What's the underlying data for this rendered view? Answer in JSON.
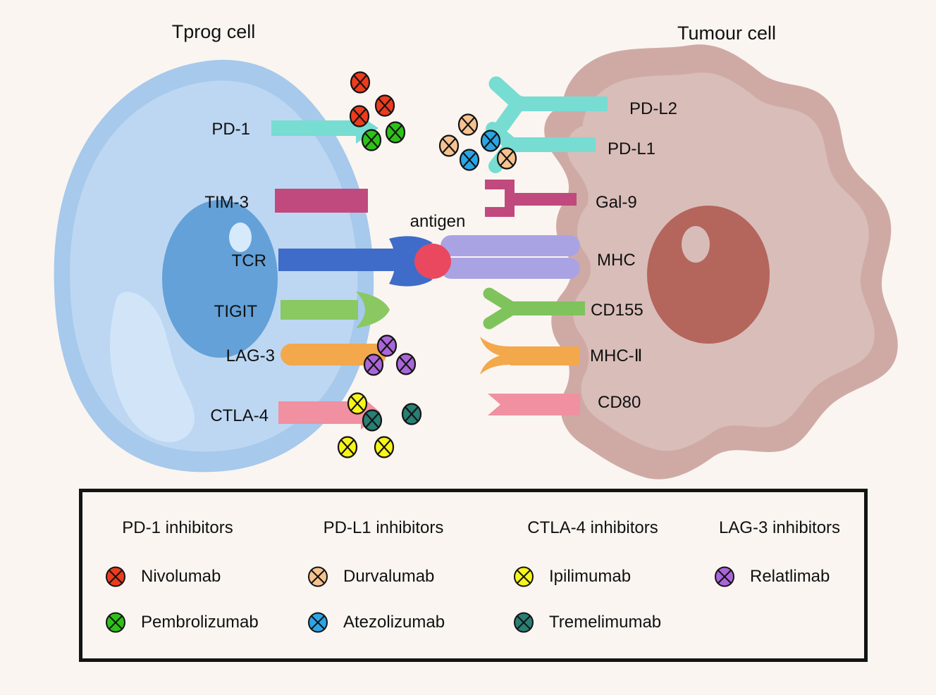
{
  "figure": {
    "left_cell_title": "Tprog cell",
    "right_cell_title": "Tumour cell",
    "antigen_label": "antigen",
    "receptors": {
      "pd1": "PD-1",
      "tim3": "TIM-3",
      "tcr": "TCR",
      "tigit": "TIGIT",
      "lag3": "LAG-3",
      "ctla4": "CTLA-4"
    },
    "ligands": {
      "pdl2": "PD-L2",
      "pdl1": "PD-L1",
      "gal9": "Gal-9",
      "mhc": "MHC",
      "cd155": "CD155",
      "mhc2": "MHC-Ⅱ",
      "cd80": "CD80"
    }
  },
  "colors": {
    "background": "#faf5f0",
    "tprog_outer": "#a6c9ec",
    "tprog_body": "#bdd7f2",
    "tprog_light_patch": "#d2e5f8",
    "tprog_nucleus": "#63a1d8",
    "tprog_nucleolus": "#d6eafb",
    "tumour_outer": "#cfaaa5",
    "tumour_body": "#d9bdb9",
    "tumour_nucleus": "#b4655c",
    "tumour_nucleolus": "#d8bcb8",
    "pd1_teal": "#77dcd2",
    "tim3_magenta": "#c04a7d",
    "tcr_blue": "#3e6cc8",
    "antigen_red": "#e9485e",
    "mhc_lavender": "#aaa3e3",
    "tigit_green": "#8ac862",
    "cd155_green": "#7fc35c",
    "lag3_orange": "#f2a84b",
    "ctla4_pink": "#f090a0",
    "molecule_red": "#ee3b1c",
    "molecule_green": "#2dc218",
    "molecule_peach": "#f6c390",
    "molecule_blue": "#2aa5e6",
    "molecule_purple": "#aa66d9",
    "molecule_yellow": "#f7f519",
    "molecule_teal": "#287f74"
  },
  "legend": {
    "groups": [
      {
        "title": "PD-1 inhibitors",
        "items": [
          {
            "name": "Nivolumab",
            "color": "#ee3b1c"
          },
          {
            "name": "Pembrolizumab",
            "color": "#2dc218"
          }
        ]
      },
      {
        "title": "PD-L1 inhibitors",
        "items": [
          {
            "name": "Durvalumab",
            "color": "#f6c390"
          },
          {
            "name": "Atezolizumab",
            "color": "#2aa5e6"
          }
        ]
      },
      {
        "title": "CTLA-4 inhibitors",
        "items": [
          {
            "name": "Ipilimumab",
            "color": "#f7f519"
          },
          {
            "name": "Tremelimumab",
            "color": "#287f74"
          }
        ]
      },
      {
        "title": "LAG-3 inhibitors",
        "items": [
          {
            "name": "Relatlimab",
            "color": "#aa66d9"
          }
        ]
      }
    ]
  }
}
